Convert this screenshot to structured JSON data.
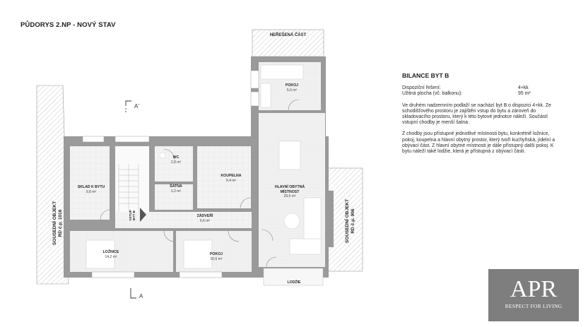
{
  "title": "PŮDORYS 2.NP - NOVÝ STAV",
  "plan": {
    "unresolved_area": "NEŘEŠENÁ ČÁST",
    "section_marks": [
      "A'",
      "A"
    ],
    "neighbors": [
      {
        "id": "left",
        "line1": "SOUSEDNÍ OBJEKT",
        "line2": "RD č.p. 1016"
      },
      {
        "id": "right",
        "line1": "SOUSEDNÍ OBJEKT",
        "line2": "RD č.p. 906"
      }
    ],
    "entrance": {
      "line1": "VSTUP",
      "line2": "BYT B"
    },
    "rooms": [
      {
        "id": "pokoj-top",
        "name": "POKOJ",
        "area": "5,6 m²"
      },
      {
        "id": "wc",
        "name": "WC",
        "area": "2,8 m²"
      },
      {
        "id": "koupelna",
        "name": "KOUPELNA",
        "area": "9,4 m²"
      },
      {
        "id": "satna",
        "name": "ŠATNA",
        "area": "3,2 m²"
      },
      {
        "id": "sklad",
        "name": "SKLAD K BYTU",
        "area": "9,8 m²"
      },
      {
        "id": "zadveri",
        "name": "ZÁDVEŘÍ",
        "area": "6,6 m²"
      },
      {
        "id": "obytna",
        "name": "HLAVNÍ OBYTNÁ",
        "name2": "MÍSTNOST",
        "area": "29,5 m²"
      },
      {
        "id": "loznice",
        "name": "LOŽNICE",
        "area": "14,2 m²"
      },
      {
        "id": "pokoj-bottom",
        "name": "POKOJ",
        "area": "10,6 m²"
      },
      {
        "id": "lodzie",
        "name": "LODŽIE",
        "area": ""
      }
    ]
  },
  "info": {
    "heading": "BILANCE BYT B",
    "rows": [
      {
        "label": "Dispoziční řešení:",
        "value": "4+kk"
      },
      {
        "label": "Užitná plocha (vč. balkonu):",
        "value": "95 m²"
      }
    ],
    "paragraphs": [
      "Ve druhém nadzemním podlaží se nachází byt B o dispozici 4+kk. Ze schodišťového prostoru je zajištěn vstup do bytu a zároveň do skladovacího prostoru, který k této bytové jednotce náleží. Součástí vstupní chodby je menší šatna.",
      "Z chodby jsou přístupné jednotlivé místnosti bytu, konkrétně ložnice, pokoj, koupelna a hlavní obytný prostor, který tvoří kuchyňská, jídelní a obývací část. Z hlavní obytné místnosti je dále přístupný další pokoj. K bytu náleží také lodžie, která je přístupná z obývací části."
    ]
  },
  "logo": {
    "main": "APR",
    "tagline": "RESPECT FOR LIVING",
    "bg_color": "#7e7e7e"
  },
  "colors": {
    "wall": "#9a9a9a",
    "floor": "#efefef",
    "hatch": "#bcbcbc",
    "text": "#2a2a2a"
  }
}
